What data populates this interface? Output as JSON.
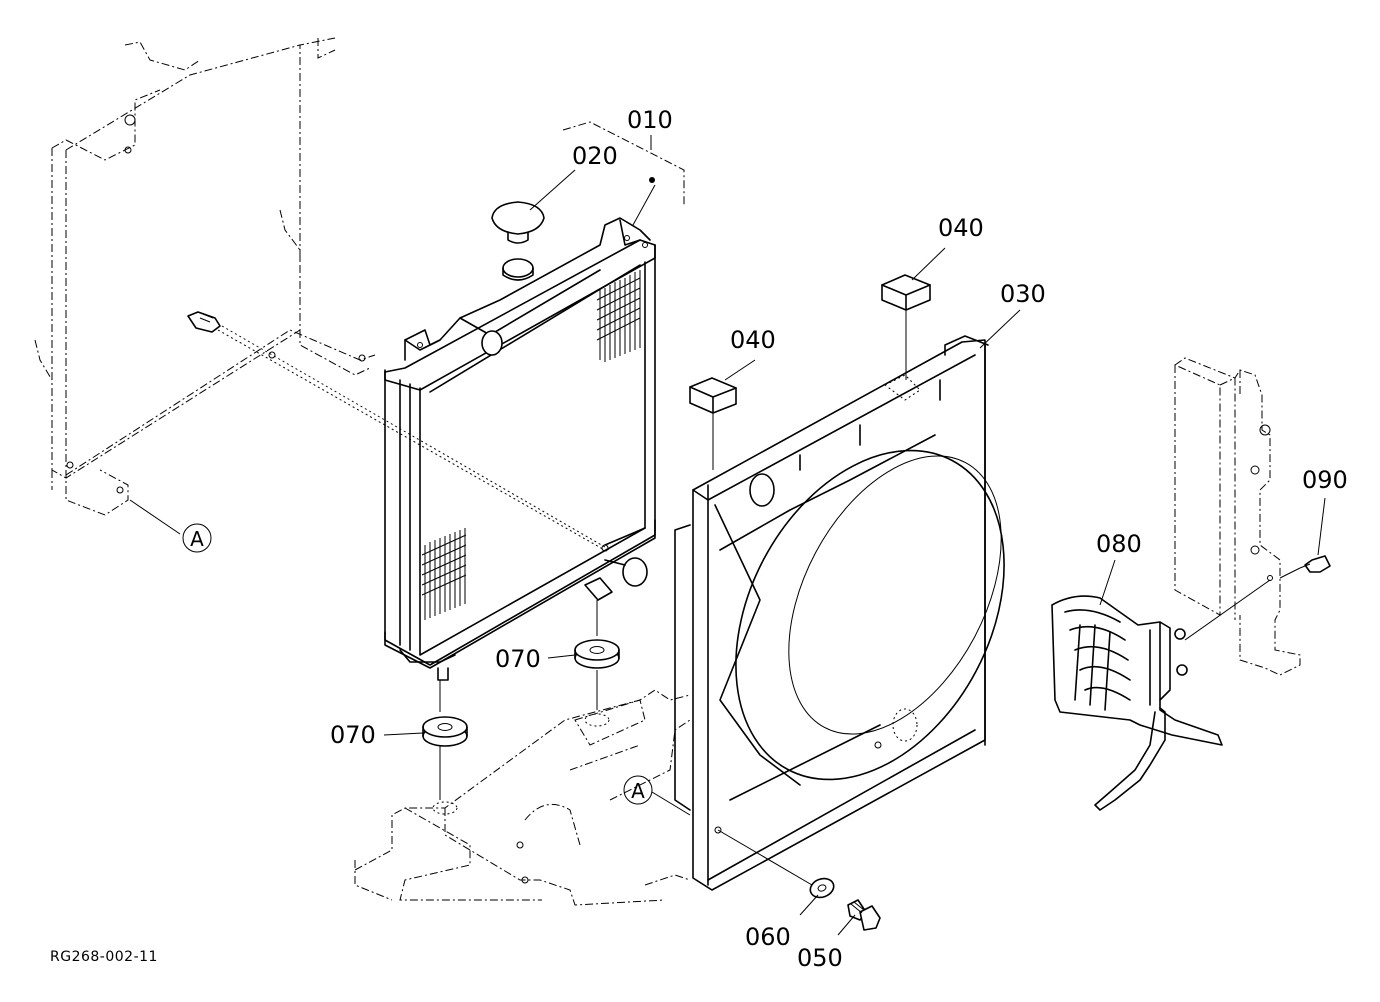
{
  "diagram": {
    "reference_code": "RG268-002-11",
    "callouts": {
      "p010": "010",
      "p020": "020",
      "p030": "030",
      "p040_top": "040",
      "p040_left": "040",
      "p050": "050",
      "p060": "060",
      "p070_upper": "070",
      "p070_lower": "070",
      "p080": "080",
      "p090": "090"
    },
    "markers": {
      "a_left": "A",
      "a_center": "A"
    }
  }
}
